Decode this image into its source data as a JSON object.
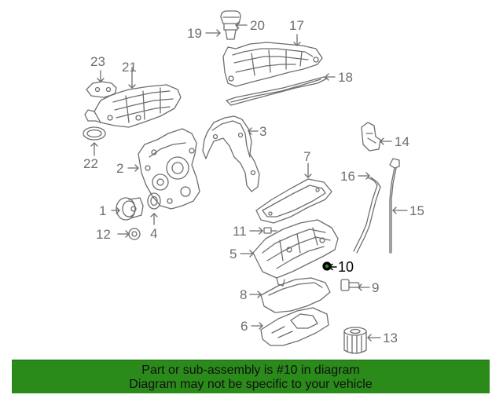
{
  "diagram": {
    "callouts": [
      "1",
      "2",
      "3",
      "4",
      "5",
      "6",
      "7",
      "8",
      "9",
      "10",
      "11",
      "12",
      "13",
      "14",
      "15",
      "16",
      "17",
      "18",
      "19",
      "20",
      "21",
      "22",
      "23"
    ],
    "highlighted_callout": "10"
  },
  "banner": {
    "line1": "Part or sub-assembly is #10 in diagram",
    "line2": "Diagram may not be specific to your vehicle",
    "background": "#2a8a1a"
  },
  "colors": {
    "line_art": "#6e6e6e",
    "highlight": "#000000"
  }
}
